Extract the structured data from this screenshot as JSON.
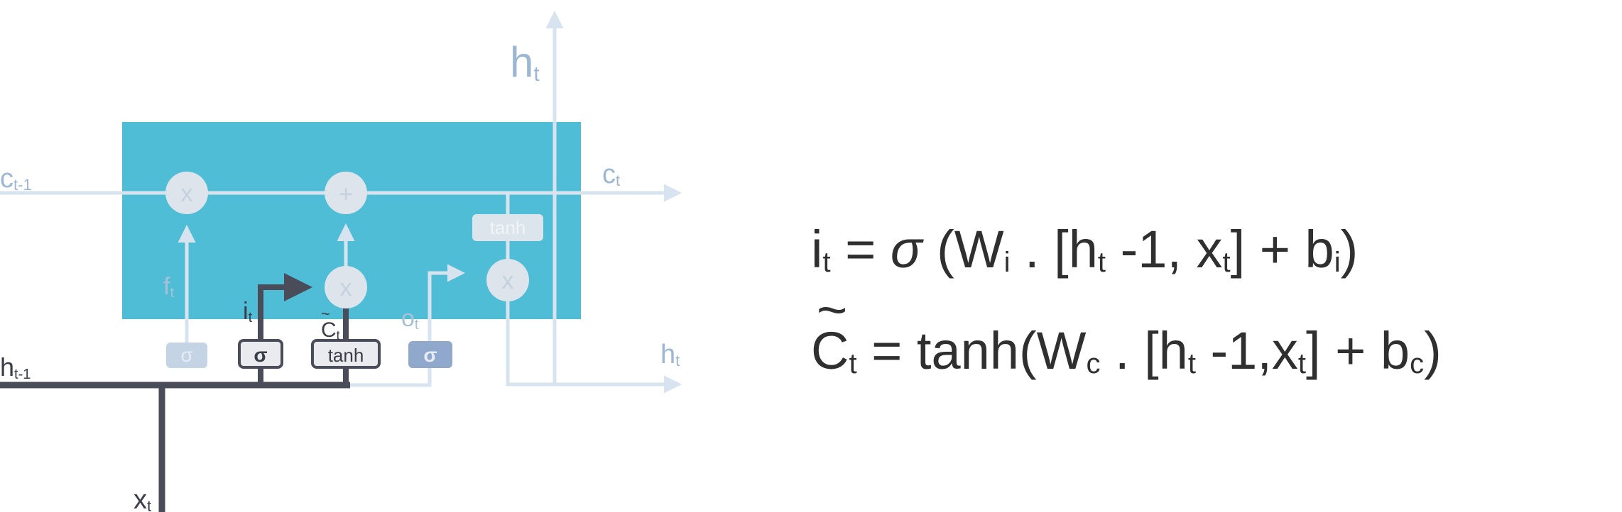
{
  "diagram": {
    "colors": {
      "cell_fill": "#4FBDD6",
      "light_line": "#D7E3EE",
      "faded_text": "#9DB7D2",
      "dark_line": "#4A4C59",
      "gate_dark_fill": "#E9EBEF",
      "gate_faded_fill": "#C5D4E4",
      "output_gate_fill": "#8FA8CC"
    },
    "labels": {
      "c_prev_main": "c",
      "c_prev_sub": "t-1",
      "c_out_main": "c",
      "c_out_sub": "t",
      "h_top_main": "h",
      "h_top_sub": "t",
      "h_right_main": "h",
      "h_right_sub": "t",
      "h_prev_main": "h",
      "h_prev_sub": "t-1",
      "x_main": "x",
      "x_sub": "t",
      "f_main": "f",
      "f_sub": "t",
      "i_main": "i",
      "i_sub": "t",
      "ctilde_main": "C",
      "ctilde_sub": "t",
      "o_main": "o",
      "o_sub": "t"
    },
    "ops": {
      "forget_multiply": "x",
      "add": "+",
      "input_multiply": "x",
      "output_multiply": "x"
    },
    "gates": {
      "forget_sigma": "σ",
      "input_sigma": "σ",
      "candidate_tanh": "tanh",
      "output_sigma": "σ",
      "cell_tanh": "tanh"
    }
  },
  "equations": {
    "eq1": {
      "lhs_main": "i",
      "lhs_sub": "t",
      "equals": " = ",
      "sigma": "σ",
      "open": " (W",
      "w_sub": "i",
      "dot": " . [h",
      "h_sub": "t",
      "mid": " -1, x",
      "x_sub": "t",
      "close": "] + b",
      "b_sub": "i",
      "end": ")"
    },
    "eq2": {
      "tilde": "~",
      "lhs_main": "C",
      "lhs_sub": "t",
      "equals": " = tanh(W",
      "w_sub": "c",
      "dot": " . [h",
      "h_sub": "t",
      "mid": " -1,x",
      "x_sub": "t",
      "close": "] + b",
      "b_sub": "c",
      "end": ")"
    }
  }
}
